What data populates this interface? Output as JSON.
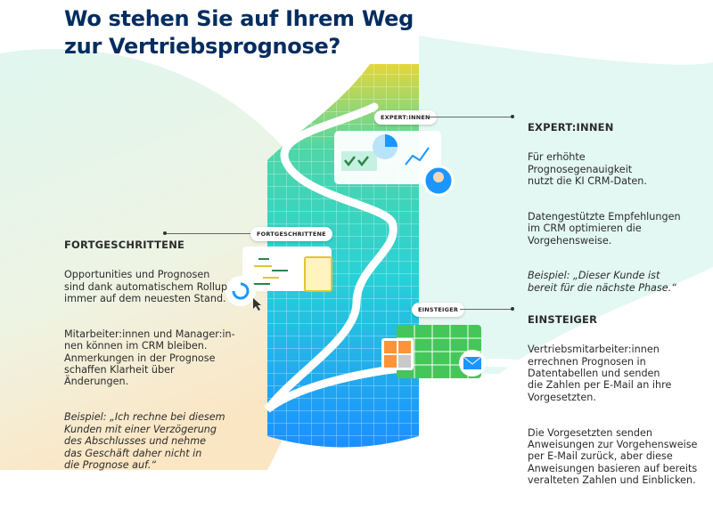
{
  "title": "Wo stehen Sie auf Ihrem Weg\nzur Vertriebsprognose?",
  "colors": {
    "title": "#032d60",
    "teal": "#2fd3c9",
    "blue": "#1b96ff",
    "yellow": "#d8d43a",
    "green": "#2e844a"
  },
  "stages": {
    "expert": {
      "pill": "EXPERT:INNEN",
      "heading": "EXPERT:INNEN",
      "p1": "Für erhöhte\nPrognosegenauigkeit\nnutzt die KI CRM-Daten.",
      "p2": "Datengestützte Empfehlungen\nim CRM optimieren die\nVorgehensweise.",
      "example": "Beispiel: „Dieser Kunde ist\nbereit für die nächste Phase.“"
    },
    "advanced": {
      "pill": "FORTGESCHRITTENE",
      "heading": "FORTGESCHRITTENE",
      "p1": "Opportunities und Prognosen\nsind dank automatischem Rollup\nimmer auf dem neuesten Stand.",
      "p2": "Mitarbeiter:innen und Manager:in-\nnen können im CRM bleiben.\nAnmerkungen in der Prognose\nschaffen Klarheit über\nÄnderungen.",
      "example": "Beispiel: „Ich rechne bei diesem\nKunden mit einer Verzögerung\ndes Abschlusses und nehme\ndas Geschäft daher nicht in\ndie Prognose auf.“"
    },
    "beginner": {
      "pill": "EINSTEIGER",
      "heading": "EINSTEIGER",
      "p1": "Vertriebsmitarbeiter:innen\nerrechnen Prognosen in\nDatentabellen und senden\ndie Zahlen per E-Mail an ihre\nVorgesetzten.",
      "p2": "Die Vorgesetzten senden\nAnweisungen zur Vorgehensweise\nper E-Mail zurück, aber diese\nAnweisungen basieren auf bereits\nveralteten Zahlen und Einblicken."
    }
  },
  "icons": [
    "dashboard-chart-icon",
    "checkmark-icon",
    "einstein-avatar-icon",
    "refresh-icon",
    "cursor-icon",
    "document-icon",
    "calculator-icon",
    "spreadsheet-icon",
    "email-icon"
  ]
}
